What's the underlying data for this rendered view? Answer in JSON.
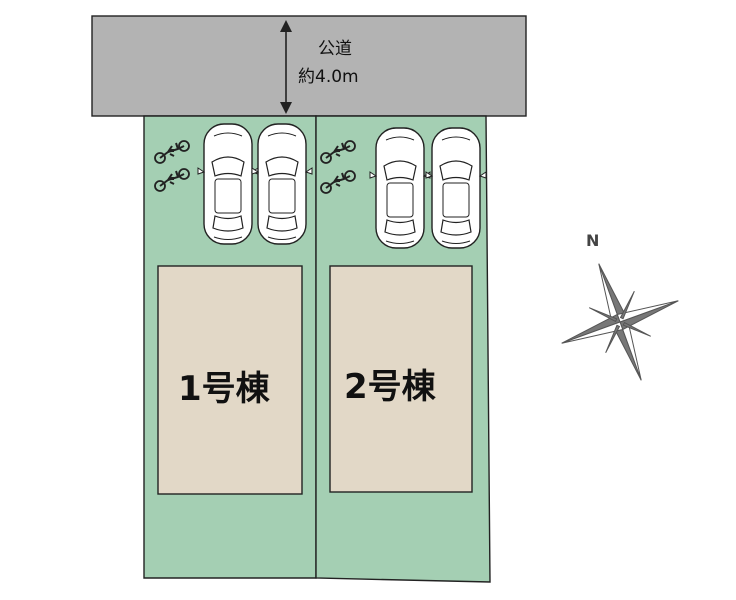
{
  "road": {
    "name": "公道",
    "width": "約4.0m",
    "color": "#b3b3b3"
  },
  "lots": [
    {
      "building_label": "1号棟",
      "parking_cars": 2,
      "bicycles": 2
    },
    {
      "building_label": "2号棟",
      "parking_cars": 2,
      "bicycles": 2
    }
  ],
  "compass": {
    "north_label": "N"
  },
  "colors": {
    "lot_fill": "#a4cfb3",
    "building_fill": "#e2d8c7",
    "outline": "#222222",
    "car_fill": "#ffffff"
  },
  "icons": [
    "car-icon",
    "bicycle-icon",
    "compass-rose-icon",
    "dimension-arrow-icon"
  ]
}
